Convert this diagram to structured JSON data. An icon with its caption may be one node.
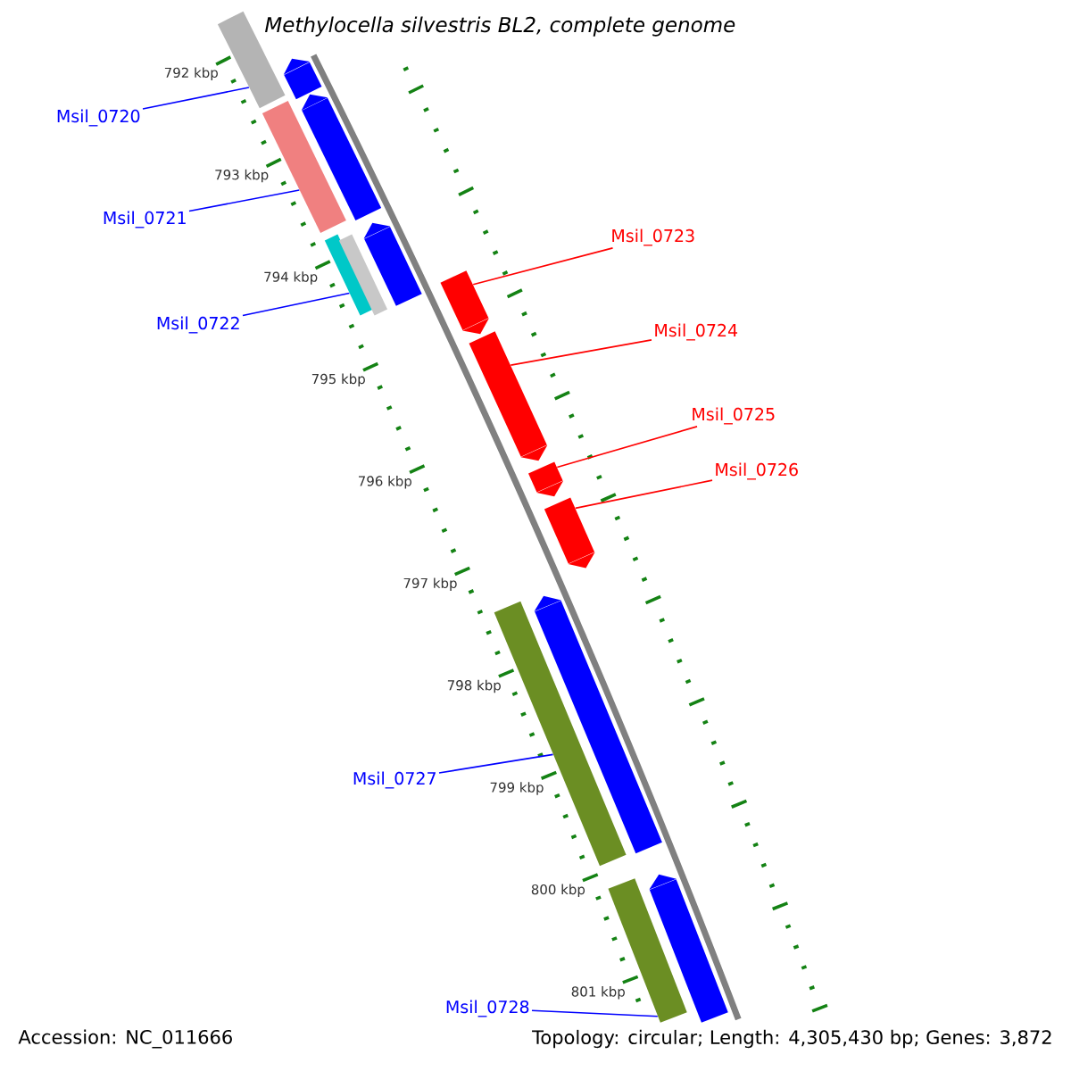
{
  "diagram": {
    "title": "Methylocella silvestris BL2, complete genome",
    "nodes": [
      {
        "text": [
          "Msil_0720"
        ]
      },
      {
        "text": [
          "Msil_0721"
        ]
      },
      {
        "text": [
          "Msil_0722"
        ]
      },
      {
        "text": [
          "Msil_0723"
        ]
      },
      {
        "text": [
          "Msil_0724"
        ]
      },
      {
        "text": [
          "Msil_0725"
        ]
      },
      {
        "text": [
          "Msil_0726"
        ]
      },
      {
        "text": [
          "Msil_0727"
        ]
      },
      {
        "text": [
          "Msil_0728"
        ]
      },
      {
        "text": [],
        "shape": "bar"
      },
      {
        "text": [],
        "shape": "pentagon"
      },
      {
        "text": [],
        "shape": "bar"
      },
      {
        "text": [],
        "shape": "pentagon"
      },
      {
        "text": [],
        "shape": "bar"
      },
      {
        "text": [],
        "shape": "bar"
      },
      {
        "text": [],
        "shape": "pentagon"
      },
      {
        "text": [],
        "shape": "pentagon"
      },
      {
        "text": [],
        "shape": "pentagon"
      },
      {
        "text": [],
        "shape": "pentagon"
      },
      {
        "text": [],
        "shape": "pentagon"
      },
      {
        "text": [],
        "shape": "bar"
      },
      {
        "text": [],
        "shape": "pentagon"
      },
      {
        "text": [],
        "shape": "bar"
      },
      {
        "text": [],
        "shape": "pentagon"
      }
    ],
    "edges": [
      {
        "from": 0,
        "to": 9,
        "arrow": "none"
      },
      {
        "from": 1,
        "to": 11,
        "arrow": "none"
      },
      {
        "from": 2,
        "to": 13,
        "arrow": "none"
      },
      {
        "from": 3,
        "to": 16,
        "arrow": "none",
        "color": "#ff0000"
      },
      {
        "from": 4,
        "to": 17,
        "arrow": "none",
        "color": "#ff0000"
      },
      {
        "from": 5,
        "to": 18,
        "arrow": "none",
        "color": "#ff0000"
      },
      {
        "from": 6,
        "to": 19,
        "arrow": "none",
        "color": "#ff0000"
      },
      {
        "from": 7,
        "to": 20,
        "arrow": "none"
      },
      {
        "from": 8,
        "to": 22,
        "arrow": "none"
      }
    ],
    "labels": [
      "792 kbp",
      "793 kbp",
      "794 kbp",
      "795 kbp",
      "796 kbp",
      "797 kbp",
      "798 kbp",
      "799 kbp",
      "800 kbp",
      "801 kbp",
      "Accession: NC_011666",
      "Topology: circular; Length: 4,305,430 bp; Genes: 3,872"
    ]
  }
}
